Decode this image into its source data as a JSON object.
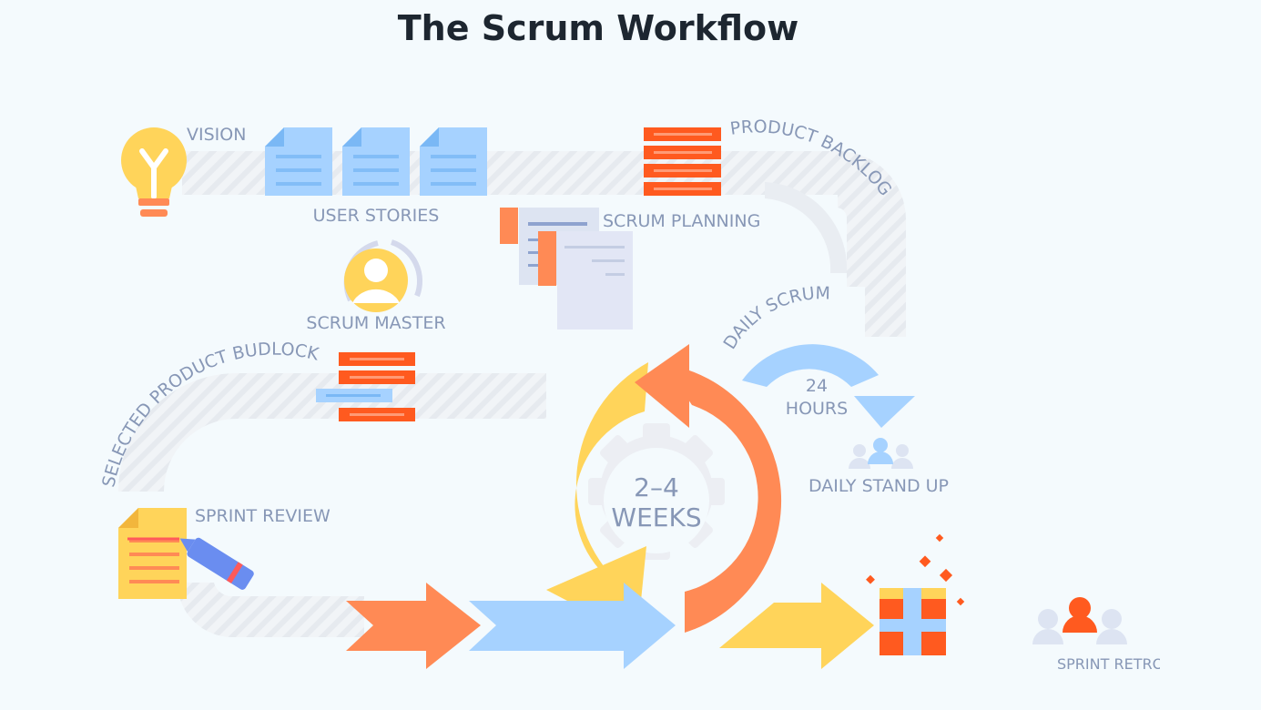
{
  "title": "The Scrum Workflow",
  "labels": {
    "vision": "VISION",
    "user_stories": "USER STORIES",
    "product_backlog": "PRODUCT BACKLOG",
    "scrum_planning": "SCRUM PLANNING",
    "scrum_master": "SCRUM MASTER",
    "daily_scrum": "DAILY SCRUM",
    "hours_value": "24",
    "hours_unit": "HOURS",
    "selected_backlog": "SELECTED PRODUCT BUDLOCK",
    "daily_stand_up": "DAILY STAND UP",
    "sprint_review": "SPRINT REVIEW",
    "weeks_range": "2–4",
    "weeks_unit": "WEEKS",
    "sprint_retro": "SPRINT RETROS"
  },
  "colors": {
    "background": "#f4fafd",
    "path": "#e8ecf1",
    "yellow": "#ffd45a",
    "orange": "#ff8a55",
    "red_orange": "#ff5a1f",
    "blue": "#a6d2ff",
    "slate_text": "#8797b6",
    "title": "#1d2630"
  },
  "icons": {
    "vision": "lightbulb-icon",
    "user_stories": "document-icon",
    "product_backlog": "backlog-list-icon",
    "scrum_planning": "planning-docs-icon",
    "scrum_master": "person-avatar-icon",
    "daily_stand_up": "team-icon",
    "sprint_review": "document-with-marker-icon",
    "increment": "gift-box-icon",
    "sprint_retro": "team-icon"
  }
}
